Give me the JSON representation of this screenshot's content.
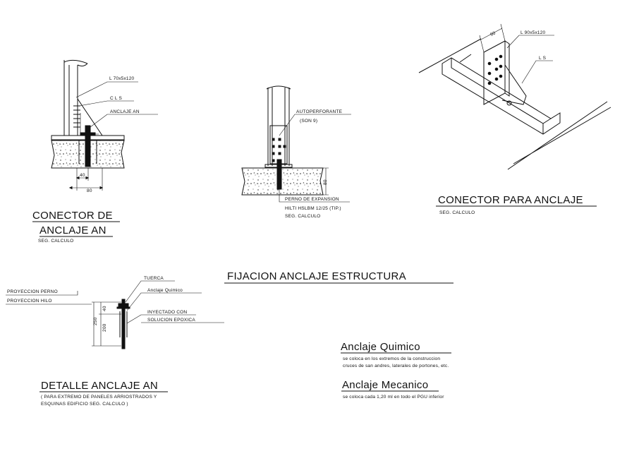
{
  "conector_an": {
    "title_line1": "CONECTOR DE",
    "title_line2": "ANCLAJE AN",
    "subtitle": "SEG. CALCULO",
    "label_angle": "L 70x5x120",
    "label_cls": "C L S",
    "label_anclaje": "ANCLAJE AN",
    "dim_40": "40",
    "dim_80": "80"
  },
  "autoperforante_detail": {
    "label_autoperforante": "AUTOPERFORANTE",
    "label_son": "(SON 9)",
    "label_perno": "PERNO DE EXPANSION",
    "label_hilti": "HILTI HSLBM 12/25 (TIP.)",
    "label_seg": "SEG. CALCULO",
    "dim_depth": "80"
  },
  "conector_para_anclaje": {
    "title": "CONECTOR PARA ANCLAJE",
    "subtitle": "SEG. CALCULO",
    "label_angle": "L 90x5x120",
    "label_ls": "L S",
    "dim_90": "90"
  },
  "fijacion": {
    "title": "FIJACION ANCLAJE ESTRUCTURA"
  },
  "detalle_an": {
    "title": "DETALLE ANCLAJE AN",
    "note_line1": "( PARA EXTREMO DE PANELES ARRIOSTRADOS Y",
    "note_line2": "ESQUINAS EDIFICIO SEG. CALCULO )",
    "label_proy_perno": "PROYECCION PERNO",
    "label_proy_hilo": "PROYECCION HILO",
    "label_tuerca": "TUERCA",
    "label_quimico": "Anclaje Quimico",
    "label_inyectado": "INYECTADO CON",
    "label_solucion": "SOLUCION EPOXICA",
    "dim_total": "250",
    "dim_upper": "40",
    "dim_lower": "200"
  },
  "notes": {
    "quimico_title": "Anclaje Quimico",
    "quimico_line1": "se coloca en los extremos de la construccion",
    "quimico_line2": "cruces de san andres, laterales de portones, etc.",
    "mecanico_title": "Anclaje Mecanico",
    "mecanico_line1": "se coloca cada 1,20 ml en todo el PGU inferior"
  }
}
